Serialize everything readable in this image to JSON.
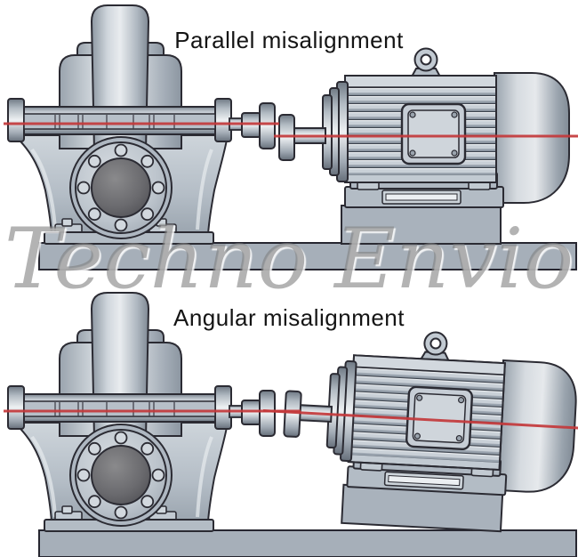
{
  "diagrams": [
    {
      "id": "parallel",
      "title": "Parallel misalignment"
    },
    {
      "id": "angular",
      "title": "Angular misalignment"
    }
  ],
  "watermark": {
    "text": "Techno Envio"
  },
  "icons": {
    "pump": "centrifugal-pump-illustration",
    "motor": "electric-motor-illustration",
    "lifting_eye": "lifting-eye-icon",
    "coupling": "shaft-coupling-icon"
  },
  "colors": {
    "alignment_line": "#c4393b",
    "outline": "#2b2b33",
    "metal_light": "#c9d0d7",
    "metal_mid": "#aab3bd",
    "metal_dark": "#8a939e",
    "inner_bore": "#5c5c60",
    "watermark_gray": "#808080",
    "background": "#ffffff"
  }
}
